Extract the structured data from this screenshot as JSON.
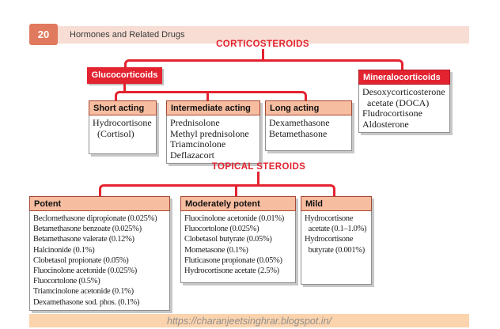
{
  "header": {
    "chapter_number": "20",
    "chapter_title": "Hormones and Related Drugs"
  },
  "colors": {
    "accent_red": "#e32330",
    "salmon_fill": "#f7bda0",
    "header_bar": "#f7ddd3",
    "chapter_badge": "#e1795e",
    "footer_bar": "#fbd3ac",
    "box_shadow": "#bdbdbd"
  },
  "corticosteroids": {
    "title": "CORTICOSTEROIDS",
    "glucocorticoids": {
      "label": "Glucocorticoids",
      "groups": [
        {
          "label": "Short acting",
          "items": [
            "Hydrocortisone",
            "  (Cortisol)"
          ]
        },
        {
          "label": "Intermediate acting",
          "items": [
            "Prednisolone",
            "Methyl prednisolone",
            "Triamcinolone",
            "Deflazacort"
          ]
        },
        {
          "label": "Long acting",
          "items": [
            "Dexamethasone",
            "Betamethasone"
          ]
        }
      ]
    },
    "mineralocorticoids": {
      "label": "Mineralocorticoids",
      "items": [
        "Desoxycorticosterone",
        "  acetate (DOCA)",
        "Fludrocortisone",
        "Aldosterone"
      ]
    }
  },
  "topical": {
    "title": "TOPICAL STEROIDS",
    "groups": [
      {
        "label": "Potent",
        "items": [
          "Beclomethasone dipropionate (0.025%)",
          "Betamethasone benzoate (0.025%)",
          "Betamethasone valerate (0.12%)",
          "Halcinonide (0.1%)",
          "Clobetasol propionate (0.05%)",
          "Fluocinolone acetonide (0.025%)",
          "Fluocortolone (0.5%)",
          "Triamcinolone acetonide (0.1%)",
          "Dexamethasone sod. phos. (0.1%)"
        ]
      },
      {
        "label": "Moderately potent",
        "items": [
          "Fluocinolone acetonide (0.01%)",
          "Fluocortolone (0.025%)",
          "Clobetasol butyrate (0.05%)",
          "Mometasone (0.1%)",
          "Fluticasone propionate (0.05%)",
          "Hydrocortisone acetate (2.5%)"
        ]
      },
      {
        "label": "Mild",
        "items": [
          "Hydrocortisone",
          "  acetate (0.1–1.0%)",
          "Hydrocortisone",
          "  butyrate (0.001%)"
        ]
      }
    ]
  },
  "footer": {
    "url": "https://charanjeetsinghrar.blogspot.in/"
  }
}
